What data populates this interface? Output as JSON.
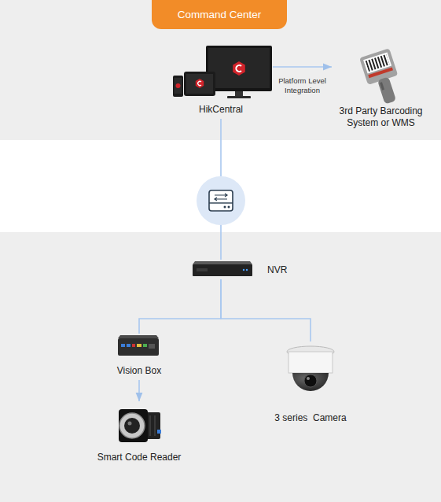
{
  "diagram": {
    "nodes": [
      {
        "text": [
          "Command Center"
        ]
      },
      {
        "text": [
          "HikCentral"
        ],
        "in": 0
      },
      {
        "text": [
          "3rd Party Barcoding System or WMS"
        ],
        "in": 0
      },
      {
        "text": [
          "NVR"
        ]
      },
      {
        "text": [
          "Vision Box"
        ]
      },
      {
        "text": [
          "3 series  Camera"
        ]
      },
      {
        "text": [
          "Smart Code Reader"
        ]
      }
    ],
    "edges": [
      {
        "from": 1,
        "to": 2,
        "arrow": "to",
        "label": "Platform Level Integration"
      },
      {
        "from": 1,
        "to": 3,
        "arrow": "none"
      },
      {
        "from": 3,
        "to": 4,
        "arrow": "none"
      },
      {
        "from": 3,
        "to": 5,
        "arrow": "none"
      },
      {
        "from": 4,
        "to": 6,
        "arrow": "to"
      }
    ]
  }
}
